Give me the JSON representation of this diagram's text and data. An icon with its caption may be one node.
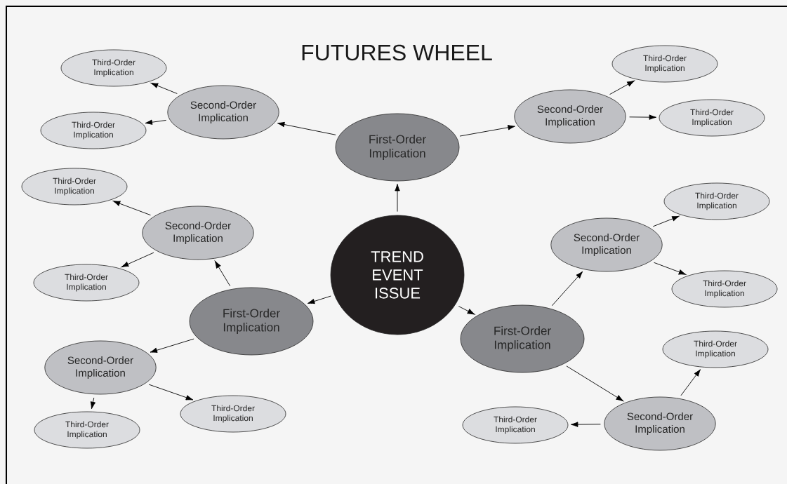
{
  "diagram": {
    "title": "FUTURES WHEEL",
    "nodes": [
      {
        "text": [
          "TREND EVENT ISSUE"
        ]
      },
      {
        "text": [
          "First-Order Implication"
        ]
      },
      {
        "text": [
          "First-Order Implication"
        ]
      },
      {
        "text": [
          "First-Order Implication"
        ]
      },
      {
        "text": [
          "Second-Order Implication"
        ]
      },
      {
        "text": [
          "Second-Order Implication"
        ]
      },
      {
        "text": [
          "Second-Order Implication"
        ]
      },
      {
        "text": [
          "Second-Order Implication"
        ]
      },
      {
        "text": [
          "Second-Order Implication"
        ]
      },
      {
        "text": [
          "Second-Order Implication"
        ]
      },
      {
        "text": [
          "Third-Order Implication"
        ]
      },
      {
        "text": [
          "Third-Order Implication"
        ]
      },
      {
        "text": [
          "Third-Order Implication"
        ]
      },
      {
        "text": [
          "Third-Order Implication"
        ]
      },
      {
        "text": [
          "Third-Order Implication"
        ]
      },
      {
        "text": [
          "Third-Order Implication"
        ]
      },
      {
        "text": [
          "Third-Order Implication"
        ]
      },
      {
        "text": [
          "Third-Order Implication"
        ]
      },
      {
        "text": [
          "Third-Order Implication"
        ]
      },
      {
        "text": [
          "Third-Order Implication"
        ]
      },
      {
        "text": [
          "Third-Order Implication"
        ]
      },
      {
        "text": [
          "Third-Order Implication"
        ]
      }
    ],
    "edges": [
      {
        "from": 0,
        "to": 1,
        "arrow": "to"
      },
      {
        "from": 0,
        "to": 2,
        "arrow": "to"
      },
      {
        "from": 0,
        "to": 3,
        "arrow": "to"
      },
      {
        "from": 1,
        "to": 4,
        "arrow": "to"
      },
      {
        "from": 1,
        "to": 5,
        "arrow": "to"
      },
      {
        "from": 2,
        "to": 6,
        "arrow": "to"
      },
      {
        "from": 2,
        "to": 7,
        "arrow": "to"
      },
      {
        "from": 3,
        "to": 8,
        "arrow": "to"
      },
      {
        "from": 3,
        "to": 9,
        "arrow": "to"
      },
      {
        "from": 4,
        "to": 10,
        "arrow": "to"
      },
      {
        "from": 4,
        "to": 11,
        "arrow": "to"
      },
      {
        "from": 5,
        "to": 12,
        "arrow": "to"
      },
      {
        "from": 5,
        "to": 13,
        "arrow": "to"
      },
      {
        "from": 6,
        "to": 14,
        "arrow": "to"
      },
      {
        "from": 6,
        "to": 15,
        "arrow": "to"
      },
      {
        "from": 7,
        "to": 16,
        "arrow": "to"
      },
      {
        "from": 7,
        "to": 17,
        "arrow": "to"
      },
      {
        "from": 8,
        "to": 18,
        "arrow": "to"
      },
      {
        "from": 8,
        "to": 19,
        "arrow": "to"
      },
      {
        "from": 9,
        "to": 20,
        "arrow": "to"
      },
      {
        "from": 9,
        "to": 21,
        "arrow": "to"
      }
    ]
  }
}
